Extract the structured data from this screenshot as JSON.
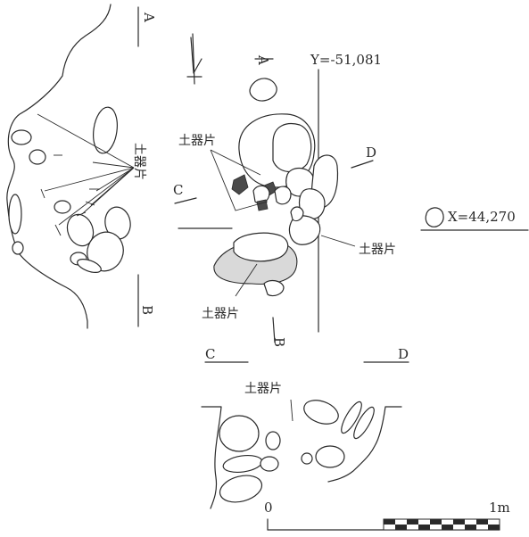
{
  "sections": {
    "a": "A",
    "b": "B",
    "c": "C",
    "d": "D"
  },
  "labels": {
    "doki_hen": "土器片"
  },
  "coords": {
    "y": "Y=-51,081",
    "x": "X=44,270"
  },
  "scale": {
    "start": "0",
    "end": "1m"
  },
  "colors": {
    "ink": "#2a2a2a",
    "paper": "#ffffff"
  }
}
